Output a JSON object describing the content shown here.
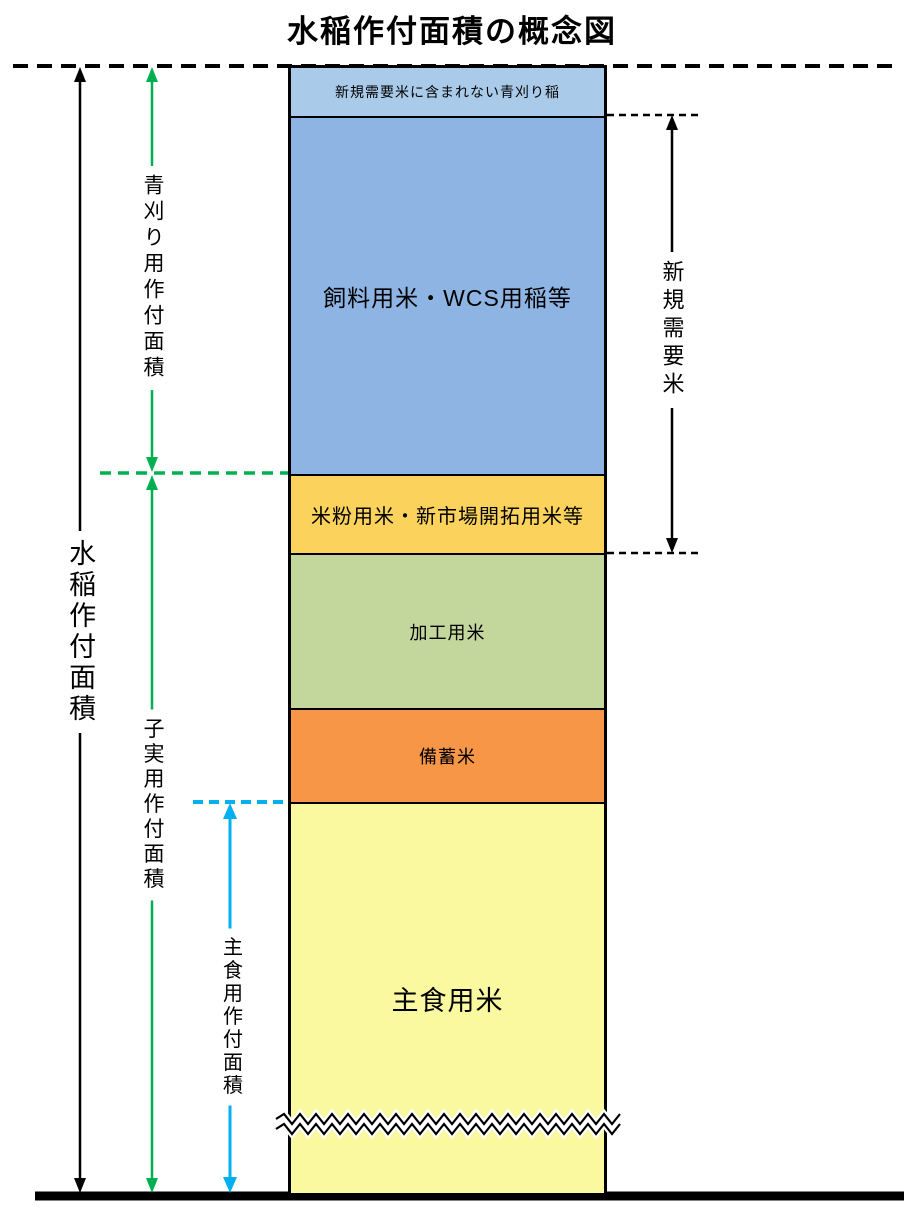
{
  "title": "水稲作付面積の概念図",
  "bar": {
    "segments": [
      {
        "label": "新規需要米に含まれない青刈り稲",
        "color": "#A9CBE9"
      },
      {
        "label": "飼料用米・WCS用稲等",
        "color": "#8DB4E2"
      },
      {
        "label": "米粉用米・新市場開拓用米等",
        "color": "#FBD25B"
      },
      {
        "label": "加工用米",
        "color": "#C3D69B"
      },
      {
        "label": "備蓄米",
        "color": "#F79646"
      },
      {
        "label": "主食用米",
        "color": "#FBF9A0"
      }
    ]
  },
  "annotations": {
    "total_area": "水稲作付面積",
    "green_cut_area": "青刈り用作付面積",
    "grain_area": "子実用作付面積",
    "staple_area": "主食用作付面積",
    "new_demand_rice": "新規需要米"
  },
  "colors": {
    "black_line": "#000000",
    "green_arrow": "#00B050",
    "blue_arrow": "#00B0F0"
  }
}
